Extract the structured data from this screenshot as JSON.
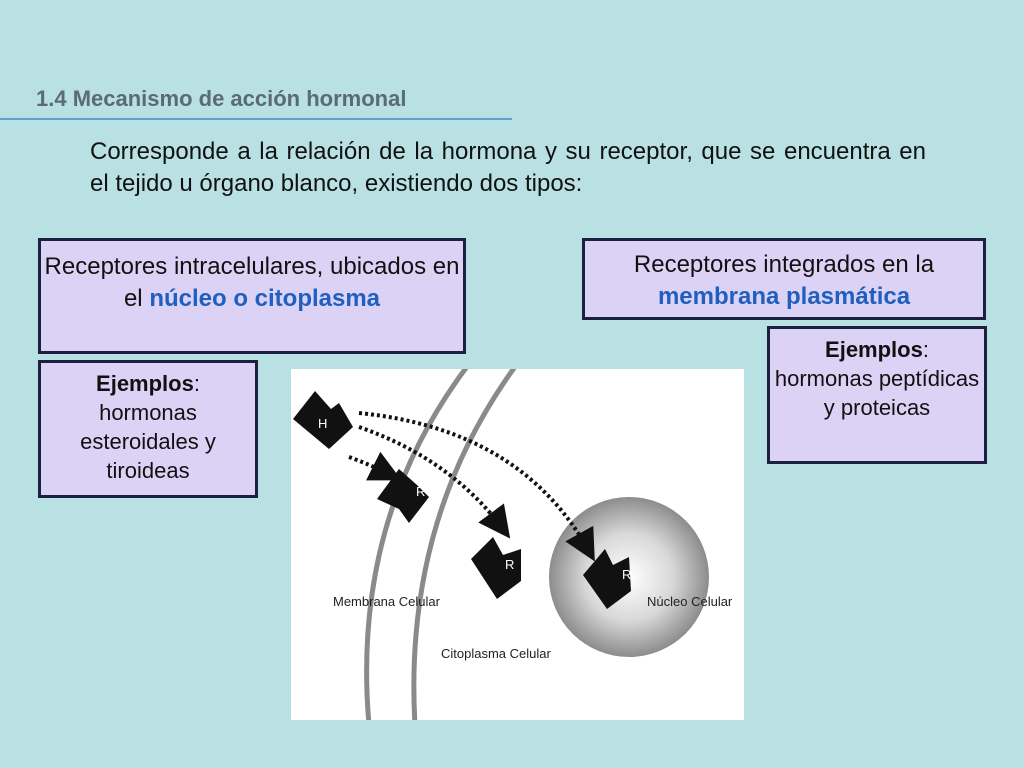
{
  "slide": {
    "title": "1.4 Mecanismo de acción hormonal",
    "intro": "Corresponde a la relación de la hormona y su receptor, que se encuentra en el tejido u órgano blanco, existiendo dos tipos:"
  },
  "receptors": {
    "intracellular": {
      "text_before": "Receptores intracelulares, ubicados en el ",
      "highlight": "núcleo o citoplasma"
    },
    "membrane": {
      "text_before": "Receptores integrados en la ",
      "highlight": "membrana plasmática"
    }
  },
  "examples": {
    "left": {
      "label": "Ejemplos",
      "suffix": ":",
      "text": "hormonas esteroidales y tiroideas"
    },
    "right": {
      "label": "Ejemplos",
      "suffix": ":",
      "text": "hormonas peptídicas y proteicas"
    }
  },
  "diagram": {
    "hormone_label": "H",
    "receptor_label": "R",
    "membrane_label": "Membrana Celular",
    "cytoplasm_label": "Citoplasma Celular",
    "nucleus_label": "Núcleo Celular"
  },
  "colors": {
    "background": "#b9e0e3",
    "box_fill": "#dcd2f6",
    "box_border": "#1b2040",
    "highlight": "#1f5fbf",
    "title": "#5b6b73"
  }
}
